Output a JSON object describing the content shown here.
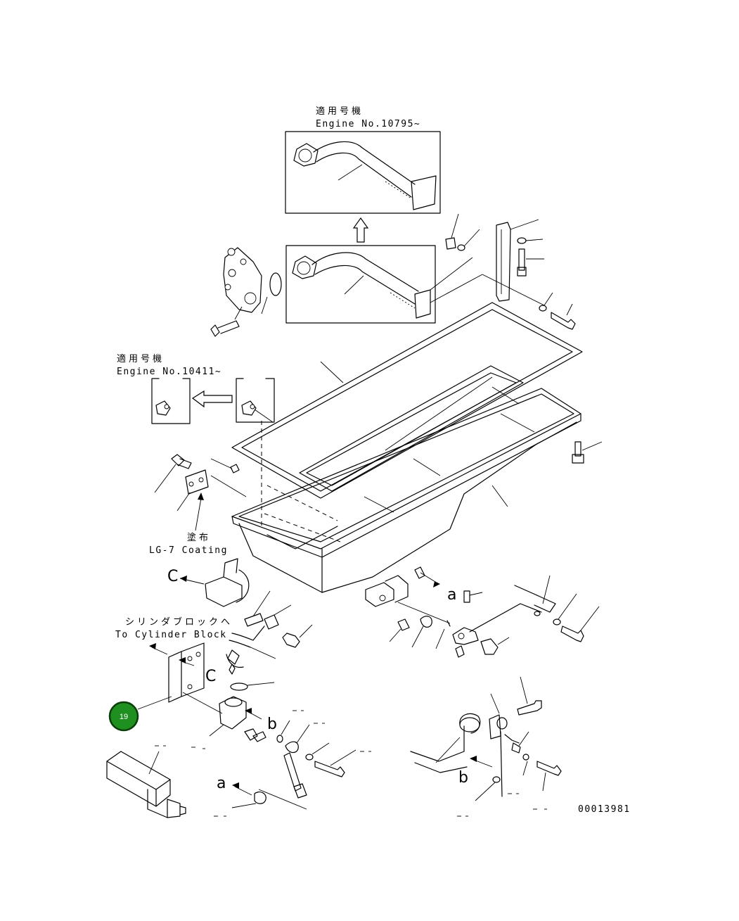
{
  "labels": {
    "applicable_models_top": "適用号機",
    "engine_no_top": "Engine No.10795~",
    "applicable_models_mid": "適用号機",
    "engine_no_mid": "Engine No.10411~",
    "coating_jp": "塗布",
    "coating_en": "LG-7 Coating",
    "cylinder_block_jp": "シリンダブロックへ",
    "cylinder_block_en": "To Cylinder Block",
    "ref_c_left": "C",
    "ref_c_right": "C",
    "ref_a_right": "a",
    "ref_a_left": "a",
    "ref_b_mid": "b",
    "ref_b_right": "b",
    "drawing_number": "00013981"
  },
  "callout": {
    "number": "19",
    "fill_color": "#1f8f1f",
    "border_color": "#0a3d0a"
  },
  "icons": {
    "up_arrow": "hollow-up-arrow",
    "left_arrow": "hollow-left-arrow"
  }
}
